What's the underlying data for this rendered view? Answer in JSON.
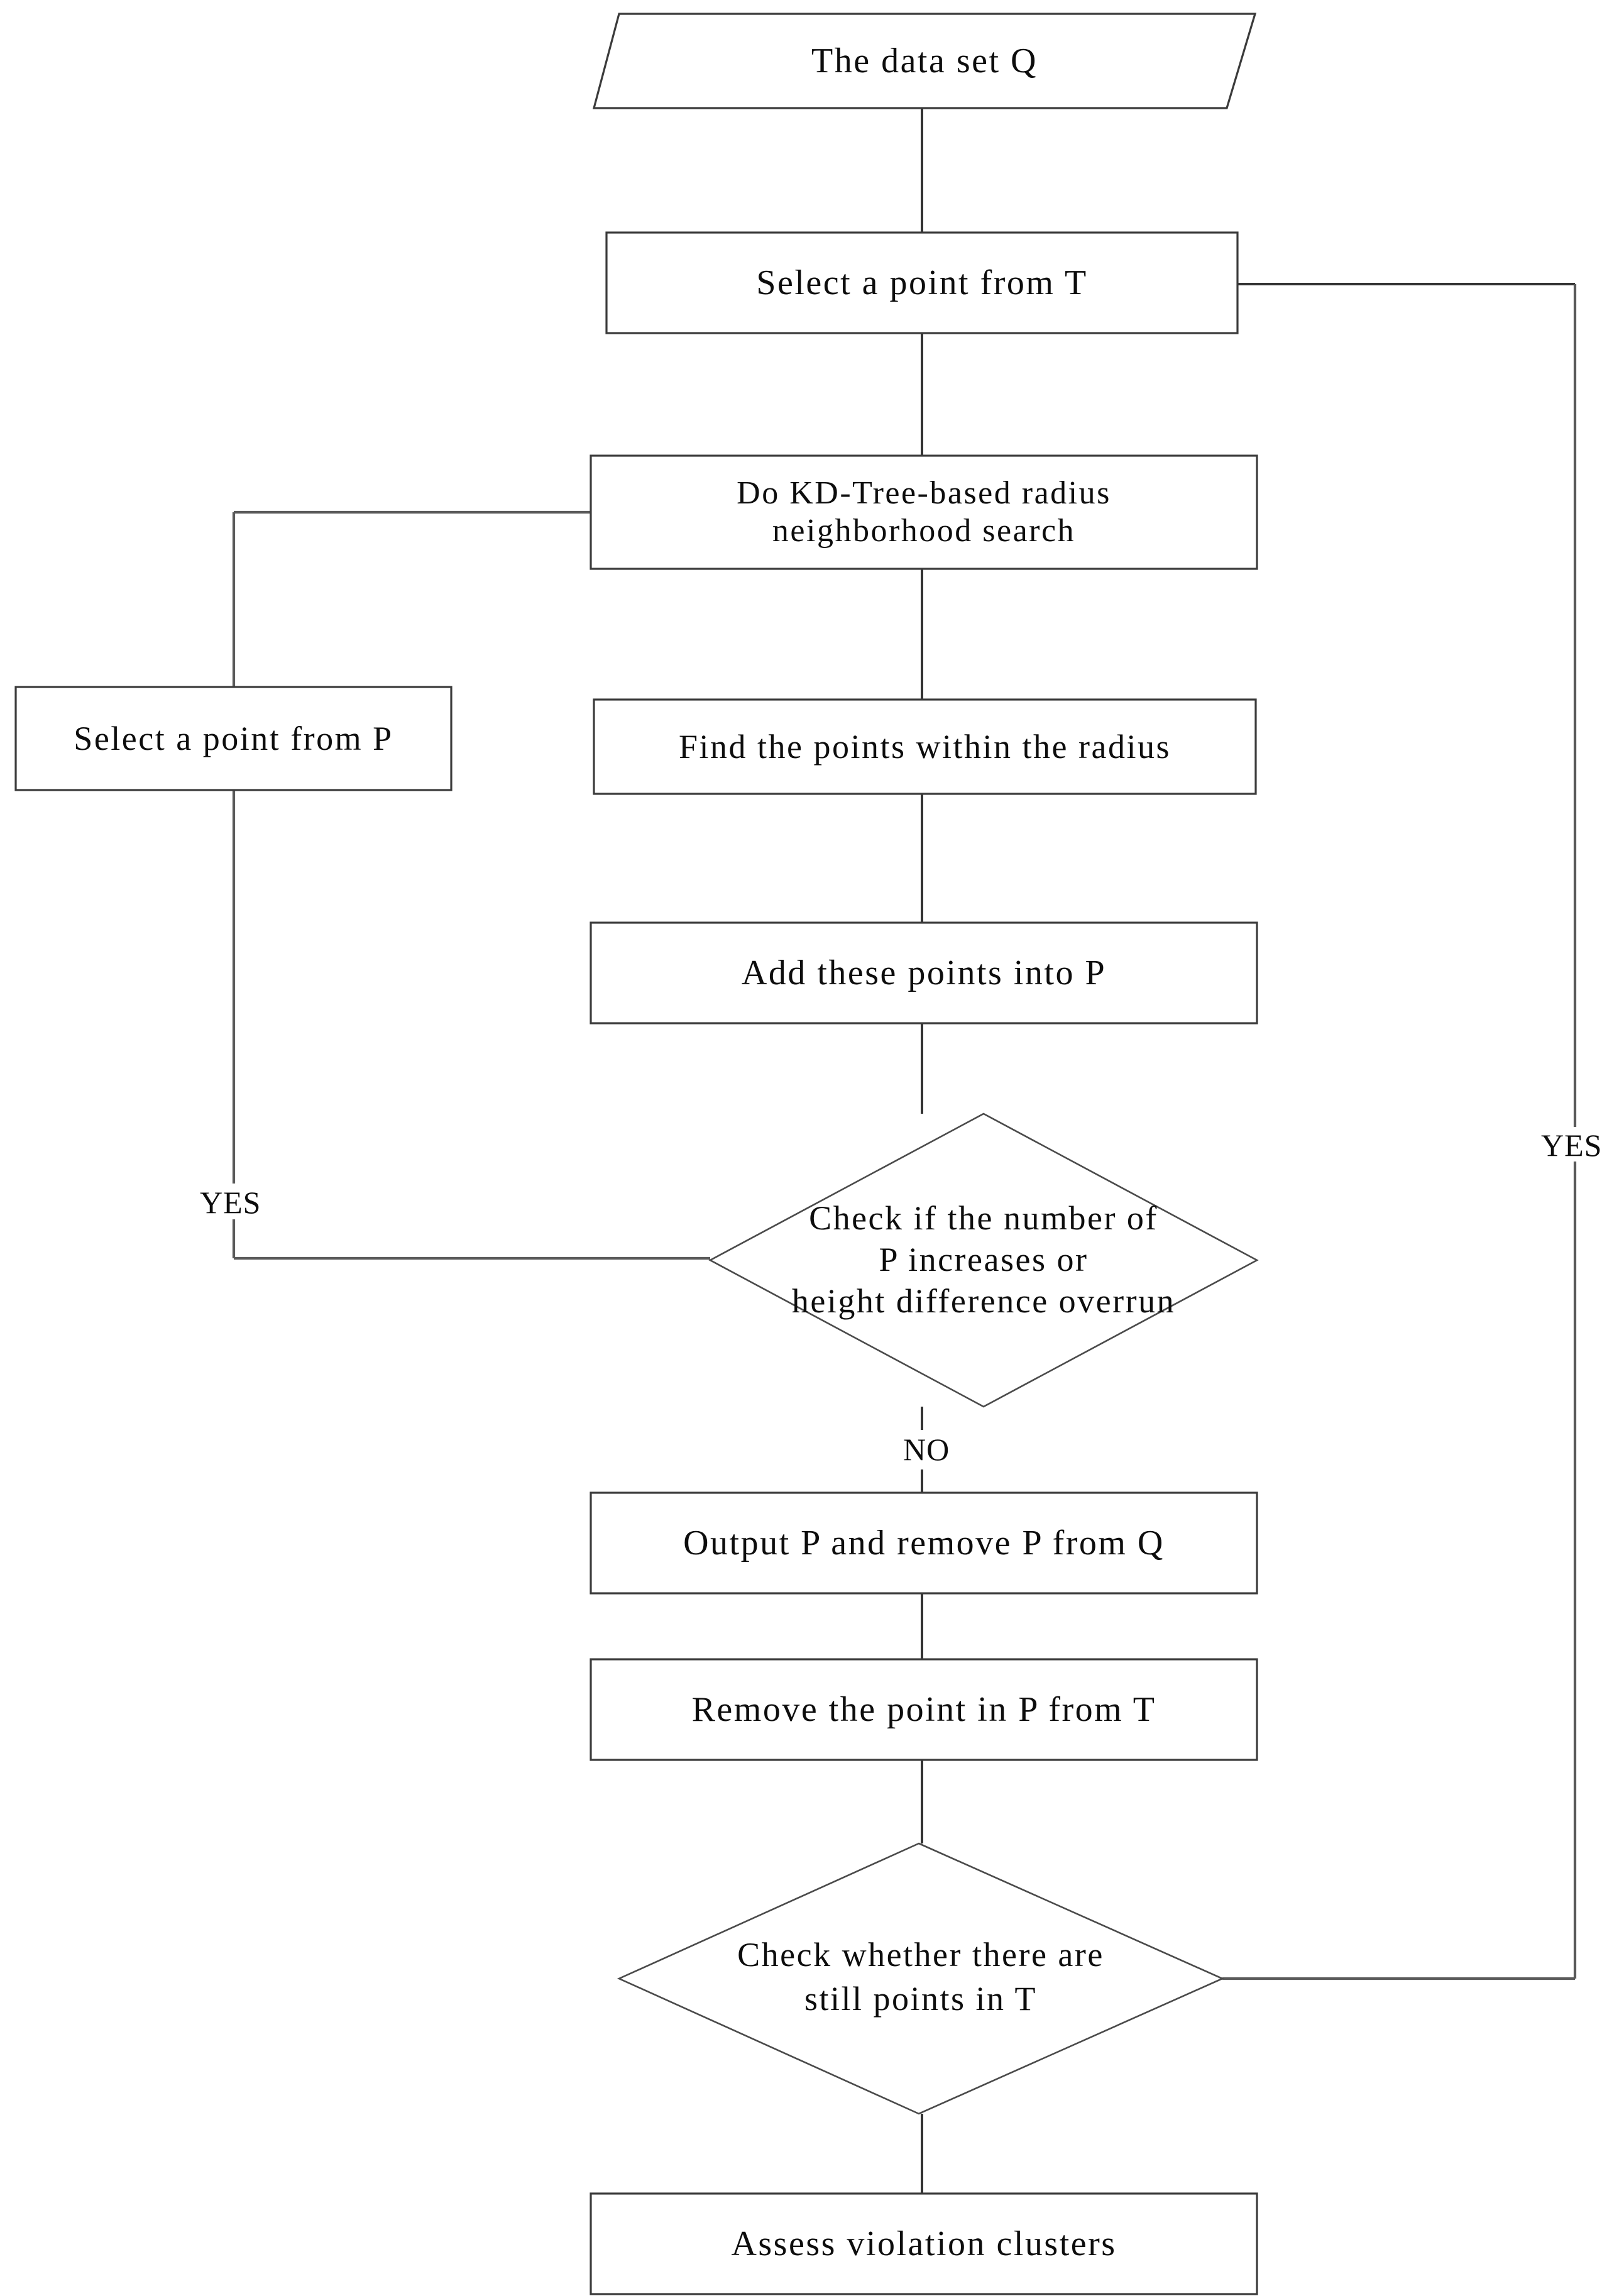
{
  "diagram": {
    "title": "KD-Tree based radius neighborhood clustering flowchart",
    "stroke_color": "#3b3b3b",
    "connector_color": "#5a5a5a",
    "text_color": "#0d0d0d",
    "background_color": "#ffffff"
  },
  "nodes": {
    "data_set": {
      "shape": "parallelogram",
      "lines": [
        "The data  set Q"
      ]
    },
    "select_point_t": {
      "shape": "rectangle",
      "lines": [
        "Select a point from T"
      ]
    },
    "kd_tree_search": {
      "shape": "rectangle",
      "lines": [
        "Do KD-Tree-based radius",
        "neighborhood search"
      ]
    },
    "select_point_p": {
      "shape": "rectangle",
      "lines": [
        "Select a point from P"
      ]
    },
    "find_points": {
      "shape": "rectangle",
      "lines": [
        "Find the points within the radius"
      ]
    },
    "add_points": {
      "shape": "rectangle",
      "lines": [
        "Add these points into P"
      ]
    },
    "check_increase": {
      "shape": "diamond",
      "lines": [
        "Check if the number of",
        "P increases or",
        "height difference overrun"
      ]
    },
    "output_p": {
      "shape": "rectangle",
      "lines": [
        "Output P and remove P from Q"
      ]
    },
    "remove_point": {
      "shape": "rectangle",
      "lines": [
        "Remove the point in P from T"
      ]
    },
    "check_still_points": {
      "shape": "diamond",
      "lines": [
        "Check whether there are",
        "still points in T"
      ]
    },
    "assess_clusters": {
      "shape": "rectangle",
      "lines": [
        "Assess violation clusters"
      ]
    }
  },
  "edge_labels": {
    "yes_left": "YES",
    "yes_right": "YES",
    "no_down": "NO"
  }
}
